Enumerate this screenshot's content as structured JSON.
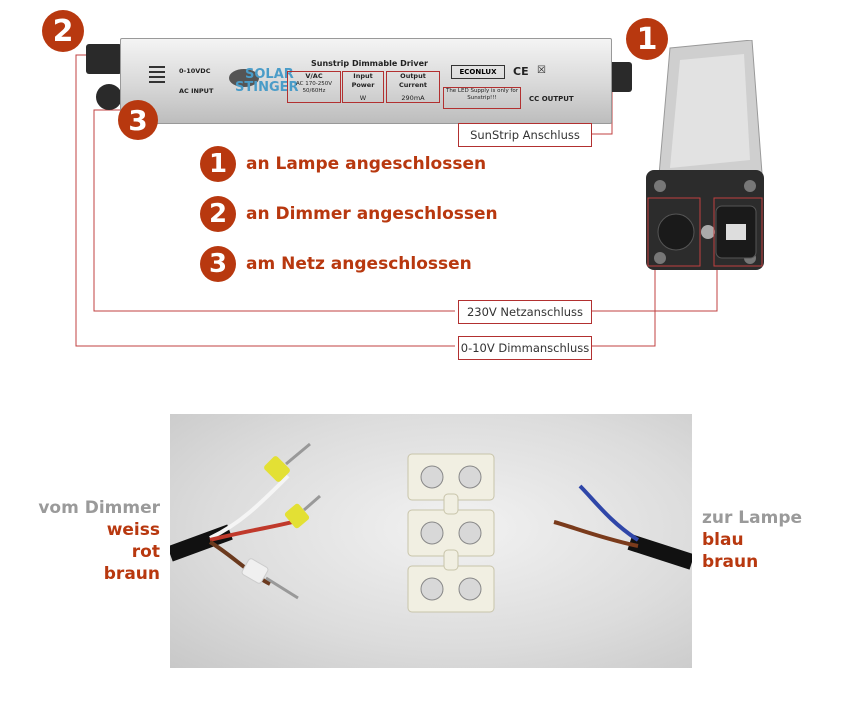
{
  "badges": {
    "b1": "1",
    "b2": "2",
    "b3": "3"
  },
  "legend": [
    {
      "num": "1",
      "text": "an Lampe angeschlossen"
    },
    {
      "num": "2",
      "text": "an Dimmer angeschlossen"
    },
    {
      "num": "3",
      "text": "am Netz angeschlossen"
    }
  ],
  "callouts": {
    "sunstrip": "SunStrip Anschluss",
    "netz": "230V Netzanschluss",
    "dimm": "0-10V Dimmanschluss"
  },
  "driver": {
    "title": "Sunstrip Dimmable Driver",
    "port_dim": "0-10VDC",
    "port_ac": "AC INPUT",
    "brand_line1": "SOLAR",
    "brand_line2": "STINGER",
    "vac_label": "V/AC",
    "vac_value": "AC 170-250V 50/60Hz",
    "power_label": "Input Power",
    "power_value": "W",
    "current_label": "Output Current",
    "current_value": "290mA",
    "econlux": "ECONLUX",
    "note": "The LED Supply is only for Sunstrip!!!",
    "cc_output": "CC OUTPUT"
  },
  "wires": {
    "left_heading": "vom Dimmer",
    "left_colors": [
      "weiss",
      "rot",
      "braun"
    ],
    "right_heading": "zur Lampe",
    "right_colors": [
      "blau",
      "braun"
    ]
  },
  "colors": {
    "accent": "#b8380f",
    "line": "#b23030",
    "muted": "#9a9a9a"
  }
}
